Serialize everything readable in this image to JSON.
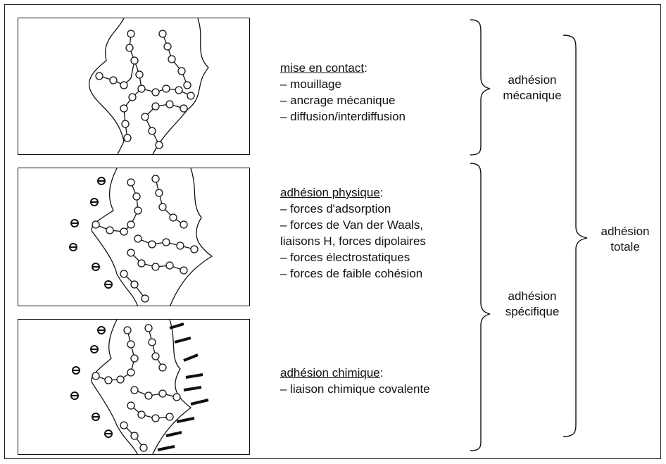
{
  "sections": [
    {
      "heading": "mise en contact",
      "items": [
        "– mouillage",
        "– ancrage mécanique",
        "– diffusion/interdiffusion"
      ]
    },
    {
      "heading": "adhésion physique",
      "items": [
        "– forces d'adsorption",
        "– forces de Van der Waals,",
        "liaisons H, forces dipolaires",
        "– forces électrostatiques",
        "– forces de faible cohésion"
      ]
    },
    {
      "heading": "adhésion chimique",
      "items": [
        "– liaison chimique covalente"
      ]
    }
  ],
  "labels": {
    "mecanique": [
      "adhésion",
      "mécanique"
    ],
    "specifique": [
      "adhésion",
      "spécifique"
    ],
    "totale": [
      "adhésion",
      "totale"
    ]
  },
  "heading_suffix": ":"
}
